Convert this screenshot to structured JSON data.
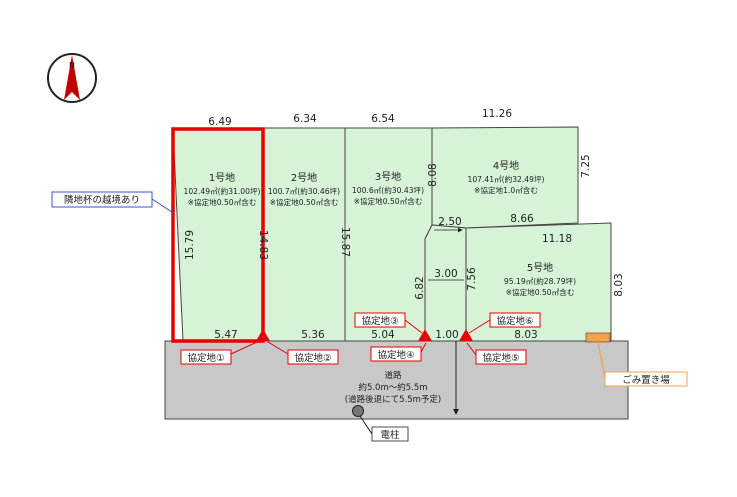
{
  "colors": {
    "lot_fill": "#d7f3d7",
    "lot_stroke": "#444444",
    "highlight": "#e60000",
    "road_fill": "#c8c8c8",
    "agreement_marker": "#e60000",
    "callout_border": "#e60000",
    "notice_border": "#3a4fd8",
    "trash_area": "#f5a04a"
  },
  "compass": {
    "north": "N",
    "icon": "north-arrow-icon"
  },
  "lots": [
    {
      "title": "1号地",
      "area": "102.49㎡(約31.00坪)",
      "note": "※協定地0.50㎡含む"
    },
    {
      "title": "2号地",
      "area": "100.7㎡(約30.46坪)",
      "note": "※協定地0.50㎡含む"
    },
    {
      "title": "3号地",
      "area": "100.6㎡(約30.43坪)",
      "note": "※協定地0.50㎡含む"
    },
    {
      "title": "4号地",
      "area": "107.41㎡(約32.49坪)",
      "note": "※協定地1.0㎡含む"
    },
    {
      "title": "5号地",
      "area": "95.19㎡(約28.79坪)",
      "note": "※協定地0.50㎡含む"
    }
  ],
  "dims": {
    "top1": "6.49",
    "top2": "6.34",
    "top3": "6.54",
    "top4": "11.26",
    "left1": "15.79",
    "mid12": "14.83",
    "mid23": "15.87",
    "mid34": "8.08",
    "right4": "7.25",
    "notch_w": "2.50",
    "mid45": "8.66",
    "top5": "11.18",
    "right5": "8.03",
    "notch_h": "6.82",
    "gap_w": "3.00",
    "gap_h": "7.56",
    "road_w": "1.00",
    "bot1": "5.47",
    "bot2": "5.36",
    "bot3": "5.04",
    "bot5": "8.03"
  },
  "labels": {
    "boundary_notice": "隣地杯の越境あり",
    "agreement": [
      "協定地①",
      "協定地②",
      "協定地③",
      "協定地④",
      "協定地⑤",
      "協定地⑥"
    ],
    "trash": "ごみ置き場",
    "pole": "電柱"
  },
  "road": {
    "title": "道路",
    "width": "約5.0m～約5.5m",
    "note": "(道路後退にて5.5m予定)"
  }
}
